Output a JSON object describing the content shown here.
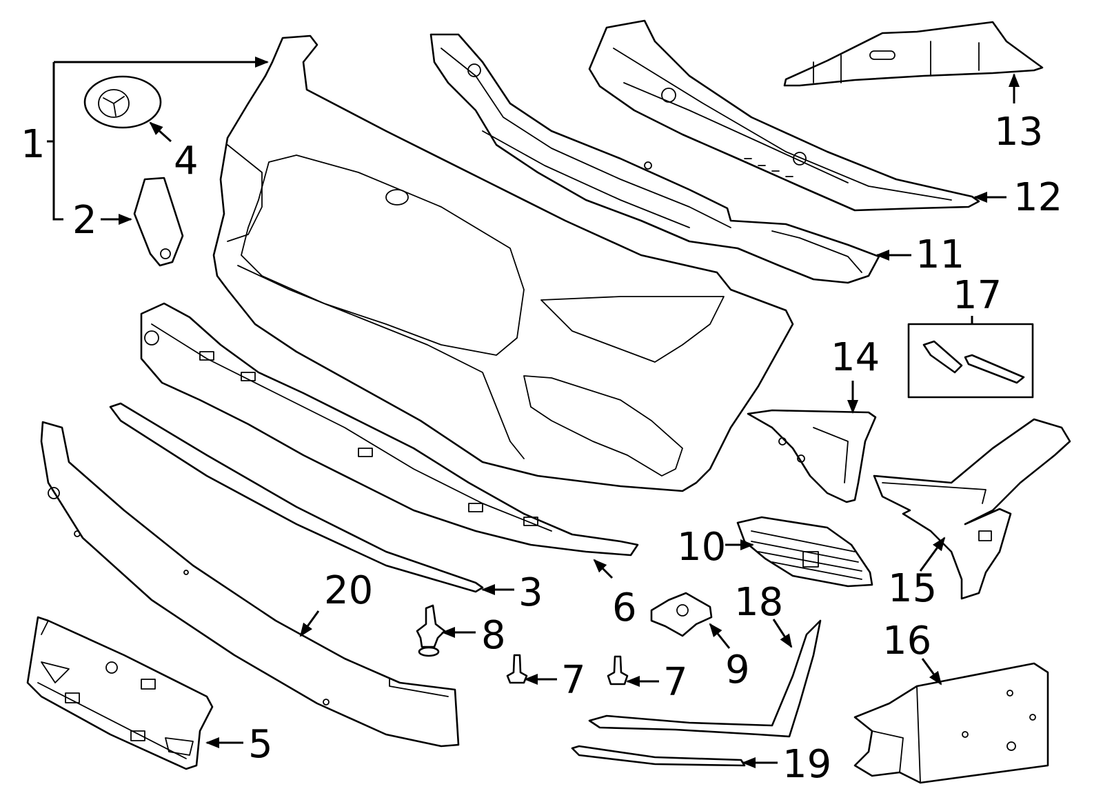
{
  "diagram": {
    "callouts": {
      "c1": "1",
      "c2": "2",
      "c3": "3",
      "c4": "4",
      "c5": "5",
      "c6": "6",
      "c7a": "7",
      "c7b": "7",
      "c8": "8",
      "c9": "9",
      "c10": "10",
      "c11": "11",
      "c12": "12",
      "c13": "13",
      "c14": "14",
      "c15": "15",
      "c16": "16",
      "c17": "17",
      "c18": "18",
      "c19": "19",
      "c20": "20"
    }
  }
}
